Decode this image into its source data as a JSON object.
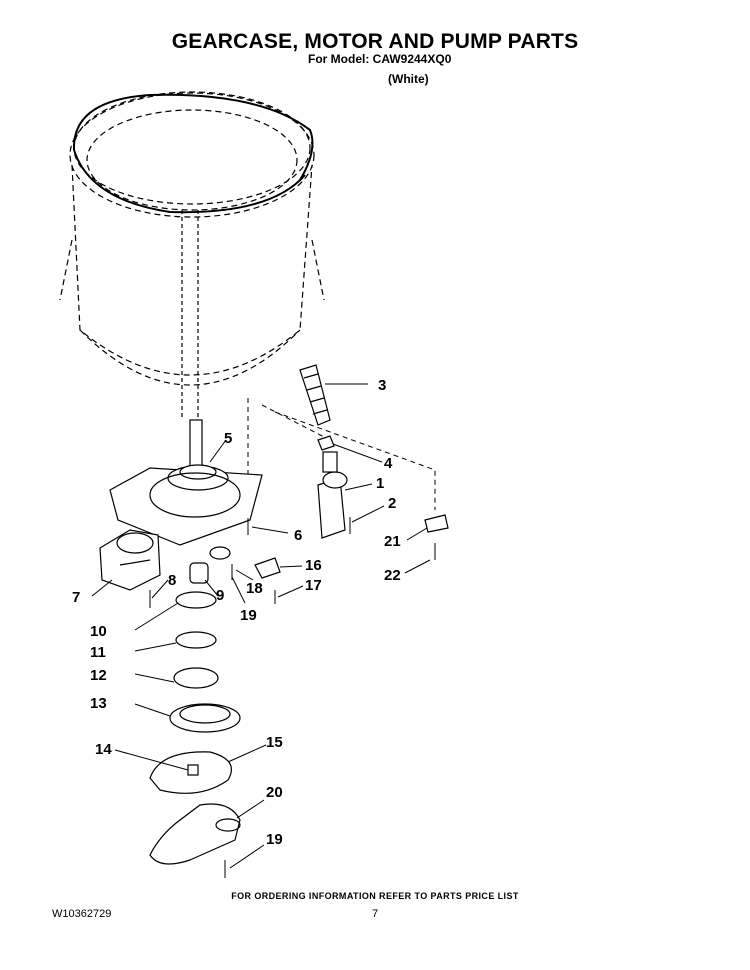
{
  "title": "GEARCASE, MOTOR AND PUMP PARTS",
  "model_line": "For Model: CAW9244XQ0",
  "color_line": "(White)",
  "footer_note": "FOR ORDERING INFORMATION REFER TO PARTS PRICE LIST",
  "document_number": "W10362729",
  "page_number": "7",
  "callouts": [
    "1",
    "2",
    "3",
    "4",
    "5",
    "6",
    "7",
    "8",
    "9",
    "10",
    "11",
    "12",
    "13",
    "14",
    "15",
    "16",
    "17",
    "18",
    "19",
    "19",
    "20",
    "21",
    "22"
  ]
}
